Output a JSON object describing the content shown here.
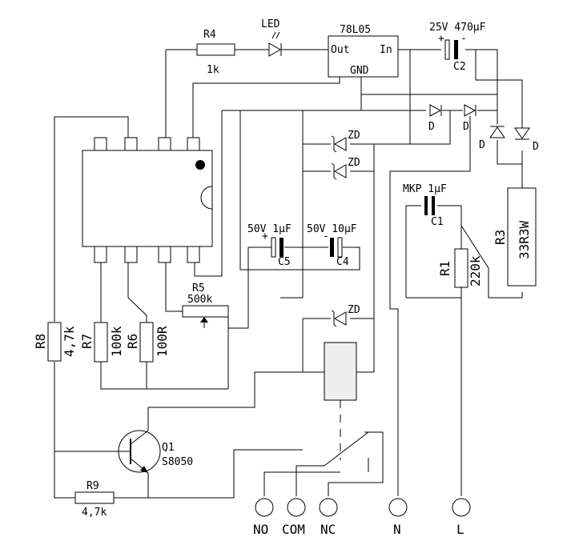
{
  "components": {
    "r4": {
      "ref": "R4",
      "value": "1k"
    },
    "led": {
      "label": "LED"
    },
    "regulator": {
      "name": "78L05",
      "out": "Out",
      "in": "In",
      "gnd": "GND"
    },
    "c2": {
      "ref": "C2",
      "value": "25V 470µF",
      "plus": "+",
      "minus": "-"
    },
    "diode_label": "D",
    "zd_label": "ZD",
    "c1": {
      "ref": "C1",
      "value": "MKP 1µF"
    },
    "r1": {
      "ref": "R1",
      "value": "220k"
    },
    "r3": {
      "ref": "R3",
      "value": "33R3W"
    },
    "c5": {
      "ref": "C5",
      "value": "50V 1µF",
      "plus": "+"
    },
    "c4": {
      "ref": "C4",
      "value": "50V 10µF",
      "minus": "-"
    },
    "r5": {
      "ref": "R5",
      "value": "500k"
    },
    "r8": {
      "ref": "R8",
      "value": "4,7k"
    },
    "r7": {
      "ref": "R7",
      "value": "100k"
    },
    "r6": {
      "ref": "R6",
      "value": "100R"
    },
    "q1": {
      "ref": "Q1",
      "value": "S8050"
    },
    "r9": {
      "ref": "R9",
      "value": "4,7k"
    }
  },
  "terminals": [
    "NO",
    "COM",
    "NC",
    "N",
    "L"
  ]
}
